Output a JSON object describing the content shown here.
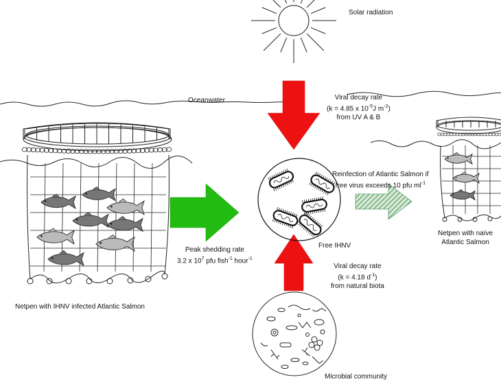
{
  "labels": {
    "solar": "Solar radiation",
    "ocean": "Oceanwater",
    "uv_decay": {
      "line1": "Viral decay rate",
      "line2_pre": "(k =  4.85 x 10",
      "line2_exp": "-5",
      "line2_mid": "J m",
      "line2_exp2": "-2",
      "line2_post": ")",
      "line3": "from UV A & B"
    },
    "reinfection": {
      "line1": "Reinfection of Atlantic Salmon if",
      "line2_pre": "free virus exceeds 10 pfu ml",
      "line2_exp": "-1"
    },
    "shedding": {
      "line1": "Peak shedding rate",
      "line2_pre": "3.2 x 10",
      "line2_exp1": "7",
      "line2_mid1": " pfu fish",
      "line2_exp2": "-1",
      "line2_mid2": " hour",
      "line2_exp3": "-1"
    },
    "free_ihnv": "Free IHNV",
    "bio_decay": {
      "line1": "Viral decay rate",
      "line2_pre": "(k = 4.18 d",
      "line2_exp": "-1",
      "line2_post": ")",
      "line3": "from natural biota"
    },
    "netpen_naive": {
      "line1": "Netpen with naïve",
      "line2": "Atlantic Salmon"
    },
    "netpen_infected": "Netpen with IHNV infected Atlantic Salmon",
    "microbial": "Microbial community"
  },
  "colors": {
    "red_arrow": "#ee1111",
    "green_arrow": "#22bb11",
    "hatched_arrow": "#66aa77",
    "fish_dark": "#777777",
    "fish_light": "#bbbbbb",
    "line": "#111111"
  }
}
